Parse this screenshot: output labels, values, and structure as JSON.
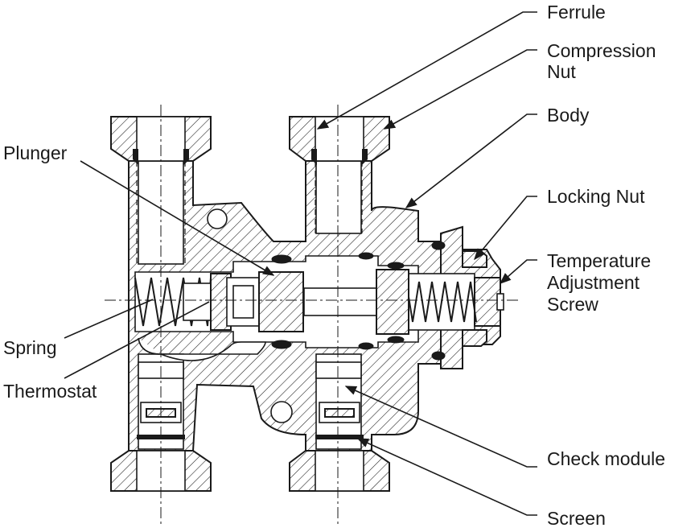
{
  "labels": {
    "ferrule": "Ferrule",
    "compression_nut_1": "Compression",
    "compression_nut_2": "Nut",
    "body": "Body",
    "locking_nut": "Locking Nut",
    "temp_adj_1": "Temperature",
    "temp_adj_2": "Adjustment",
    "temp_adj_3": "Screw",
    "plunger": "Plunger",
    "spring": "Spring",
    "thermostat": "Thermostat",
    "check_module": "Check module",
    "screen": "Screen"
  },
  "colors": {
    "ink": "#1a1a1a",
    "background": "#ffffff"
  }
}
